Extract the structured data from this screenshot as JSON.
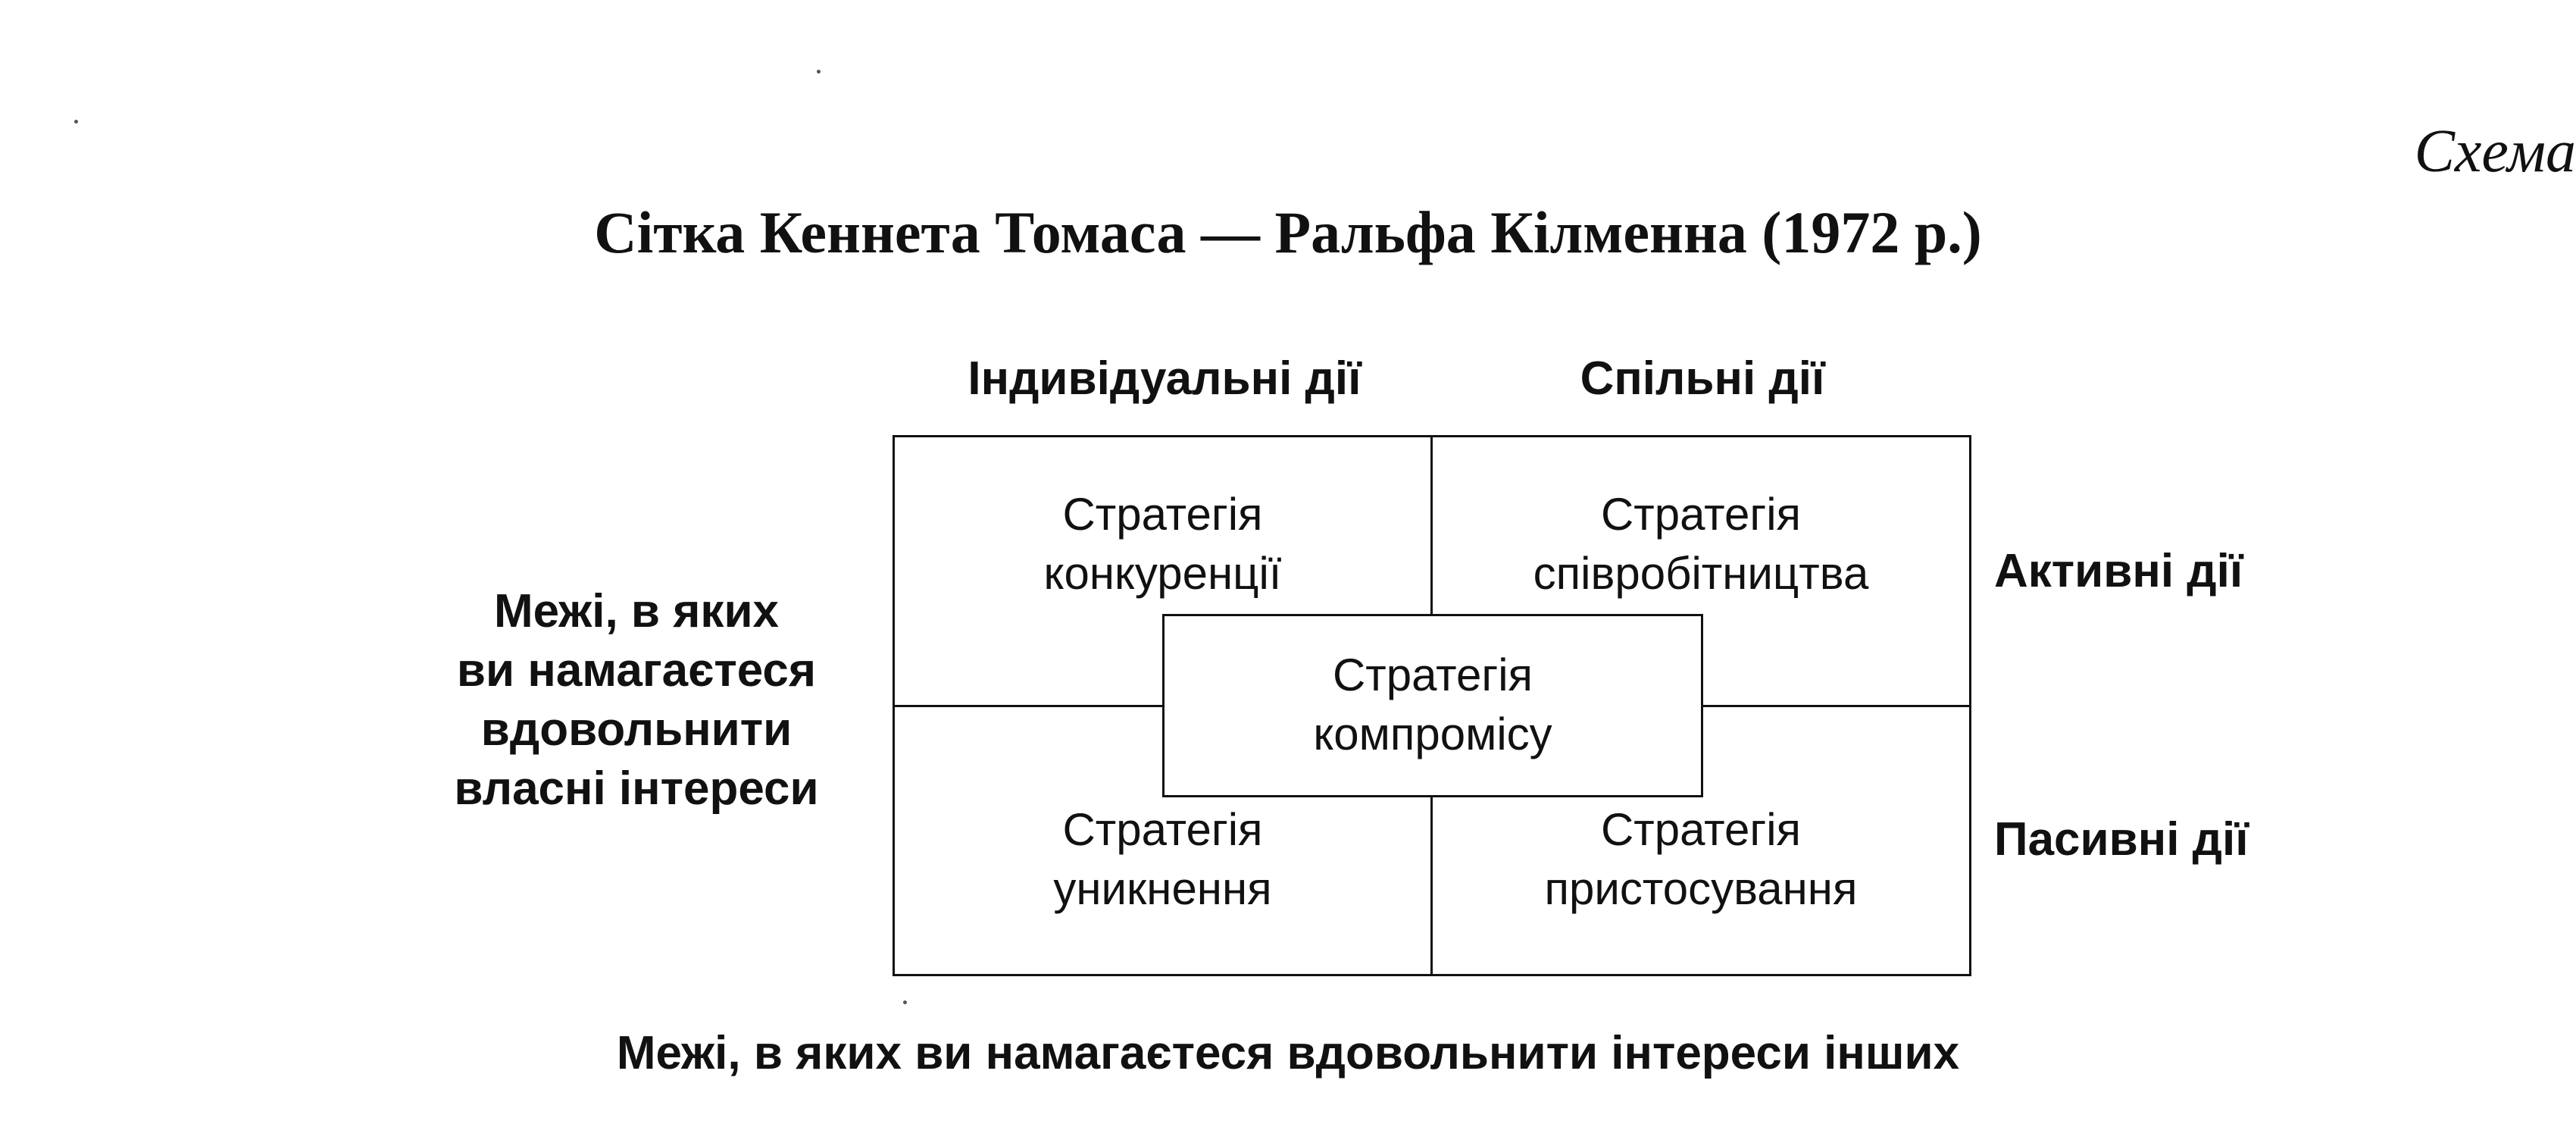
{
  "schema_label": "Схема",
  "title": "Сітка Кеннета Томаса — Ральфа Кілменна (1972 р.)",
  "columns": {
    "individual": "Індивідуальні дії",
    "joint": "Спільні дії"
  },
  "rows": {
    "active": "Активні дії",
    "passive": "Пасивні дії"
  },
  "left_axis": {
    "lines": [
      "Межі, в яких",
      "ви намагаєтеся",
      "вдовольнити",
      "власні інтереси"
    ]
  },
  "bottom_axis": "Межі, в яких ви намагаєтеся вдовольнити інтереси інших",
  "strategies": {
    "competition": {
      "line1": "Стратегія",
      "line2": "конкуренції"
    },
    "cooperation": {
      "line1": "Стратегія",
      "line2": "співробітництва"
    },
    "compromise": {
      "line1": "Стратегія",
      "line2": "компромісу"
    },
    "avoidance": {
      "line1": "Стратегія",
      "line2": "уникнення"
    },
    "accommodation": {
      "line1": "Стратегія",
      "line2": "пристосування"
    }
  }
}
